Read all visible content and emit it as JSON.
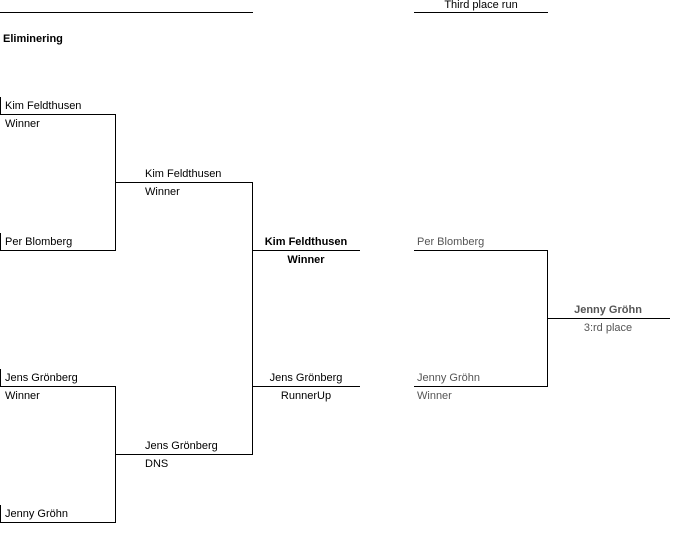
{
  "header": {
    "title": "Eliminering",
    "third_place_title": "Third place run"
  },
  "round1": [
    {
      "name": "Kim Feldthusen",
      "status": "Winner"
    },
    {
      "name": "Per Blomberg",
      "status": ""
    },
    {
      "name": "Jens Grönberg",
      "status": "Winner"
    },
    {
      "name": "Jenny Gröhn",
      "status": ""
    }
  ],
  "round2": [
    {
      "name": "Kim Feldthusen",
      "status": "Winner"
    },
    {
      "name": "Jens Grönberg",
      "status": "DNS"
    }
  ],
  "final": [
    {
      "name": "Kim Feldthusen",
      "status": "Winner"
    },
    {
      "name": "Jens Grönberg",
      "status": "RunnerUp"
    }
  ],
  "third_place": {
    "entrants": [
      {
        "name": "Per Blomberg",
        "status": ""
      },
      {
        "name": "Jenny Gröhn",
        "status": "Winner"
      }
    ],
    "result": {
      "name": "Jenny Gröhn",
      "status": "3:rd place"
    }
  },
  "colors": {
    "line": "#000000",
    "muted_text": "#555555"
  }
}
